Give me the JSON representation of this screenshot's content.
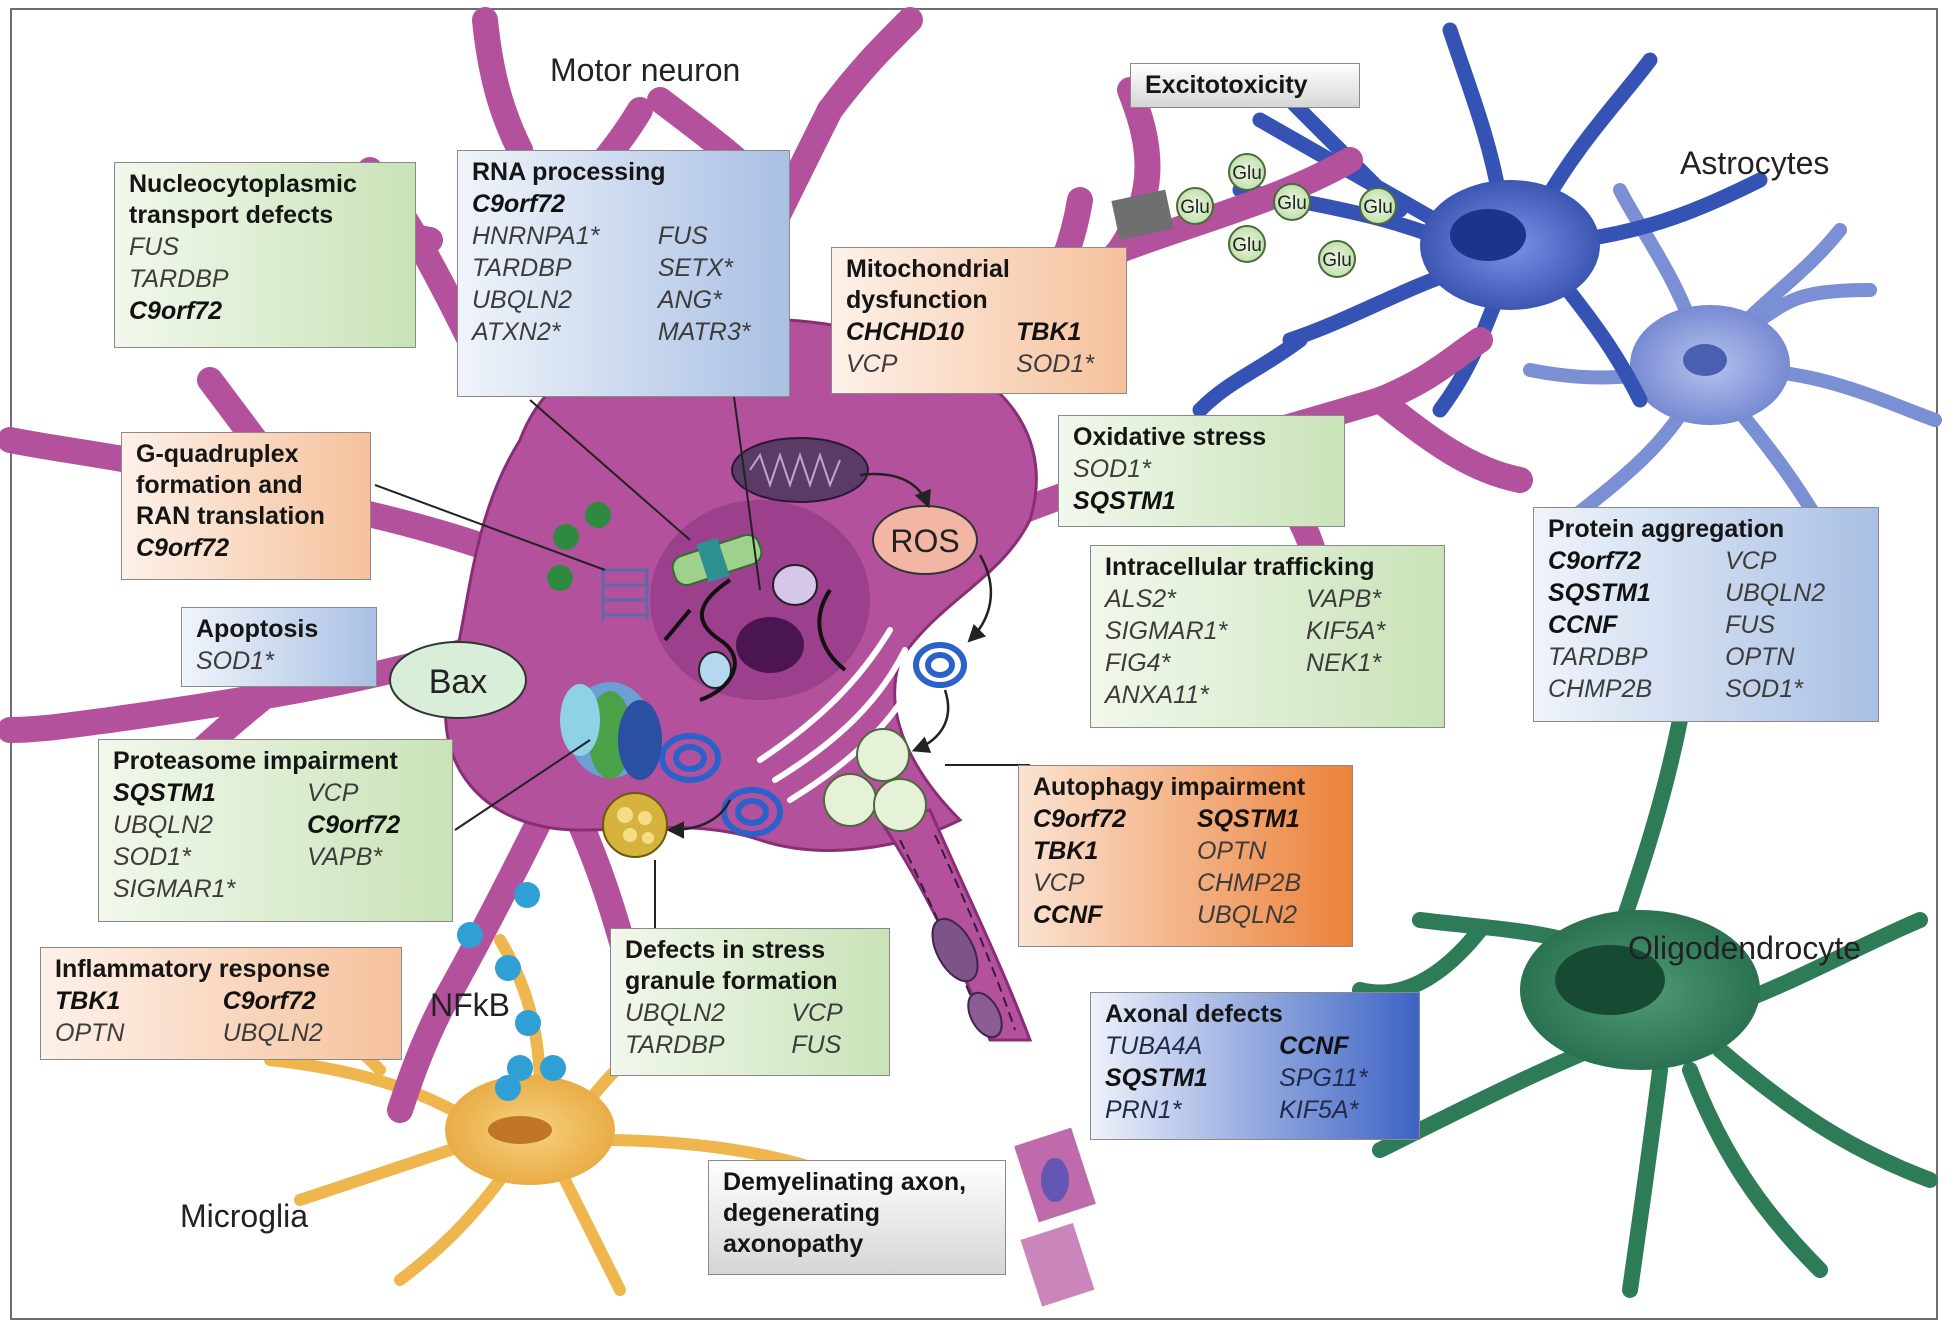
{
  "labels": {
    "motor_neuron": "Motor neuron",
    "astrocytes": "Astrocytes",
    "oligodendrocyte": "Oligodendrocyte",
    "microglia": "Microglia",
    "nfkb": "NFkB",
    "ros": "ROS",
    "bax": "Bax",
    "glu": "Glu"
  },
  "boxes": {
    "nucleocytoplasmic": {
      "title": "Nucleocytoplasmic\ntransport defects",
      "genes": [
        {
          "name": "FUS",
          "bold": false
        },
        {
          "name": "TARDBP",
          "bold": false
        },
        {
          "name": "C9orf72",
          "bold": true
        }
      ]
    },
    "rna_processing": {
      "title": "RNA processing",
      "lead": {
        "name": "C9orf72",
        "bold": true
      },
      "genes": [
        {
          "name": "HNRNPA1*",
          "bold": false
        },
        {
          "name": "FUS",
          "bold": false
        },
        {
          "name": "TARDBP",
          "bold": false
        },
        {
          "name": "SETX*",
          "bold": false
        },
        {
          "name": "UBQLN2",
          "bold": false
        },
        {
          "name": "ANG*",
          "bold": false
        },
        {
          "name": "ATXN2*",
          "bold": false
        },
        {
          "name": "MATR3*",
          "bold": false
        }
      ]
    },
    "mitochondrial": {
      "title": "Mitochondrial\ndysfunction",
      "genes": [
        {
          "name": "CHCHD10",
          "bold": true
        },
        {
          "name": "TBK1",
          "bold": true
        },
        {
          "name": "VCP",
          "bold": false
        },
        {
          "name": "SOD1*",
          "bold": false
        }
      ]
    },
    "excitotoxicity": {
      "title": "Excitotoxicity"
    },
    "gquadruplex": {
      "title": "G-quadruplex\nformation and\nRAN translation",
      "genes": [
        {
          "name": "C9orf72",
          "bold": true
        }
      ]
    },
    "oxidative": {
      "title": "Oxidative stress",
      "genes": [
        {
          "name": "SOD1*",
          "bold": false
        },
        {
          "name": "SQSTM1",
          "bold": true
        }
      ]
    },
    "protein_aggregation": {
      "title": "Protein aggregation",
      "genes": [
        {
          "name": "C9orf72",
          "bold": true
        },
        {
          "name": "VCP",
          "bold": false
        },
        {
          "name": "SQSTM1",
          "bold": true
        },
        {
          "name": "UBQLN2",
          "bold": false
        },
        {
          "name": "CCNF",
          "bold": true
        },
        {
          "name": "FUS",
          "bold": false
        },
        {
          "name": "TARDBP",
          "bold": false
        },
        {
          "name": "OPTN",
          "bold": false
        },
        {
          "name": "CHMP2B",
          "bold": false
        },
        {
          "name": "SOD1*",
          "bold": false
        }
      ]
    },
    "intracellular": {
      "title": "Intracellular trafficking",
      "genes": [
        {
          "name": "ALS2*",
          "bold": false
        },
        {
          "name": "VAPB*",
          "bold": false
        },
        {
          "name": "SIGMAR1*",
          "bold": false
        },
        {
          "name": "KIF5A*",
          "bold": false
        },
        {
          "name": "FIG4*",
          "bold": false
        },
        {
          "name": "NEK1*",
          "bold": false
        },
        {
          "name": "ANXA11*",
          "bold": false
        }
      ]
    },
    "apoptosis": {
      "title": "Apoptosis",
      "genes": [
        {
          "name": "SOD1*",
          "bold": false
        }
      ]
    },
    "proteasome": {
      "title": "Proteasome impairment",
      "genes": [
        {
          "name": "SQSTM1",
          "bold": true
        },
        {
          "name": "VCP",
          "bold": false
        },
        {
          "name": "UBQLN2",
          "bold": false
        },
        {
          "name": "C9orf72",
          "bold": true
        },
        {
          "name": "SOD1*",
          "bold": false
        },
        {
          "name": "VAPB*",
          "bold": false
        },
        {
          "name": "SIGMAR1*",
          "bold": false
        }
      ]
    },
    "autophagy": {
      "title": "Autophagy  impairment",
      "genes": [
        {
          "name": "C9orf72",
          "bold": true
        },
        {
          "name": "SQSTM1",
          "bold": true
        },
        {
          "name": "TBK1",
          "bold": true
        },
        {
          "name": "OPTN",
          "bold": false
        },
        {
          "name": "VCP",
          "bold": false
        },
        {
          "name": "CHMP2B",
          "bold": false
        },
        {
          "name": "CCNF",
          "bold": true
        },
        {
          "name": "UBQLN2",
          "bold": false
        }
      ]
    },
    "inflammatory": {
      "title": "Inflammatory  response",
      "genes": [
        {
          "name": "TBK1",
          "bold": true
        },
        {
          "name": "C9orf72",
          "bold": true
        },
        {
          "name": "OPTN",
          "bold": false
        },
        {
          "name": "UBQLN2",
          "bold": false
        }
      ]
    },
    "stress_granule": {
      "title": "Defects in stress\ngranule formation",
      "genes": [
        {
          "name": "UBQLN2",
          "bold": false
        },
        {
          "name": "VCP",
          "bold": false
        },
        {
          "name": "TARDBP",
          "bold": false
        },
        {
          "name": "FUS",
          "bold": false
        }
      ]
    },
    "axonal": {
      "title": "Axonal  defects",
      "genes": [
        {
          "name": "TUBA4A",
          "bold": false
        },
        {
          "name": "CCNF",
          "bold": true
        },
        {
          "name": "SQSTM1",
          "bold": true
        },
        {
          "name": "SPG11*",
          "bold": false
        },
        {
          "name": "PRN1*",
          "bold": false
        },
        {
          "name": "KIF5A*",
          "bold": false
        }
      ]
    },
    "demyelinating": {
      "title": "Demyelinating axon,\ndegenerating\naxonopathy"
    }
  },
  "colors": {
    "neuron": "#b4519c",
    "neuron_dark": "#8a2d77",
    "nucleus": "#9c3f8c",
    "nucleolus": "#4a1550",
    "astrocyte_dark": "#3553b5",
    "astrocyte_light": "#7b8fd4",
    "oligodendrocyte": "#2e7b57",
    "microglia": "#eeb64d",
    "nfkb_dot": "#2f9fd6",
    "green_dot": "#2e8a3e",
    "mito": "#8a5d94"
  }
}
